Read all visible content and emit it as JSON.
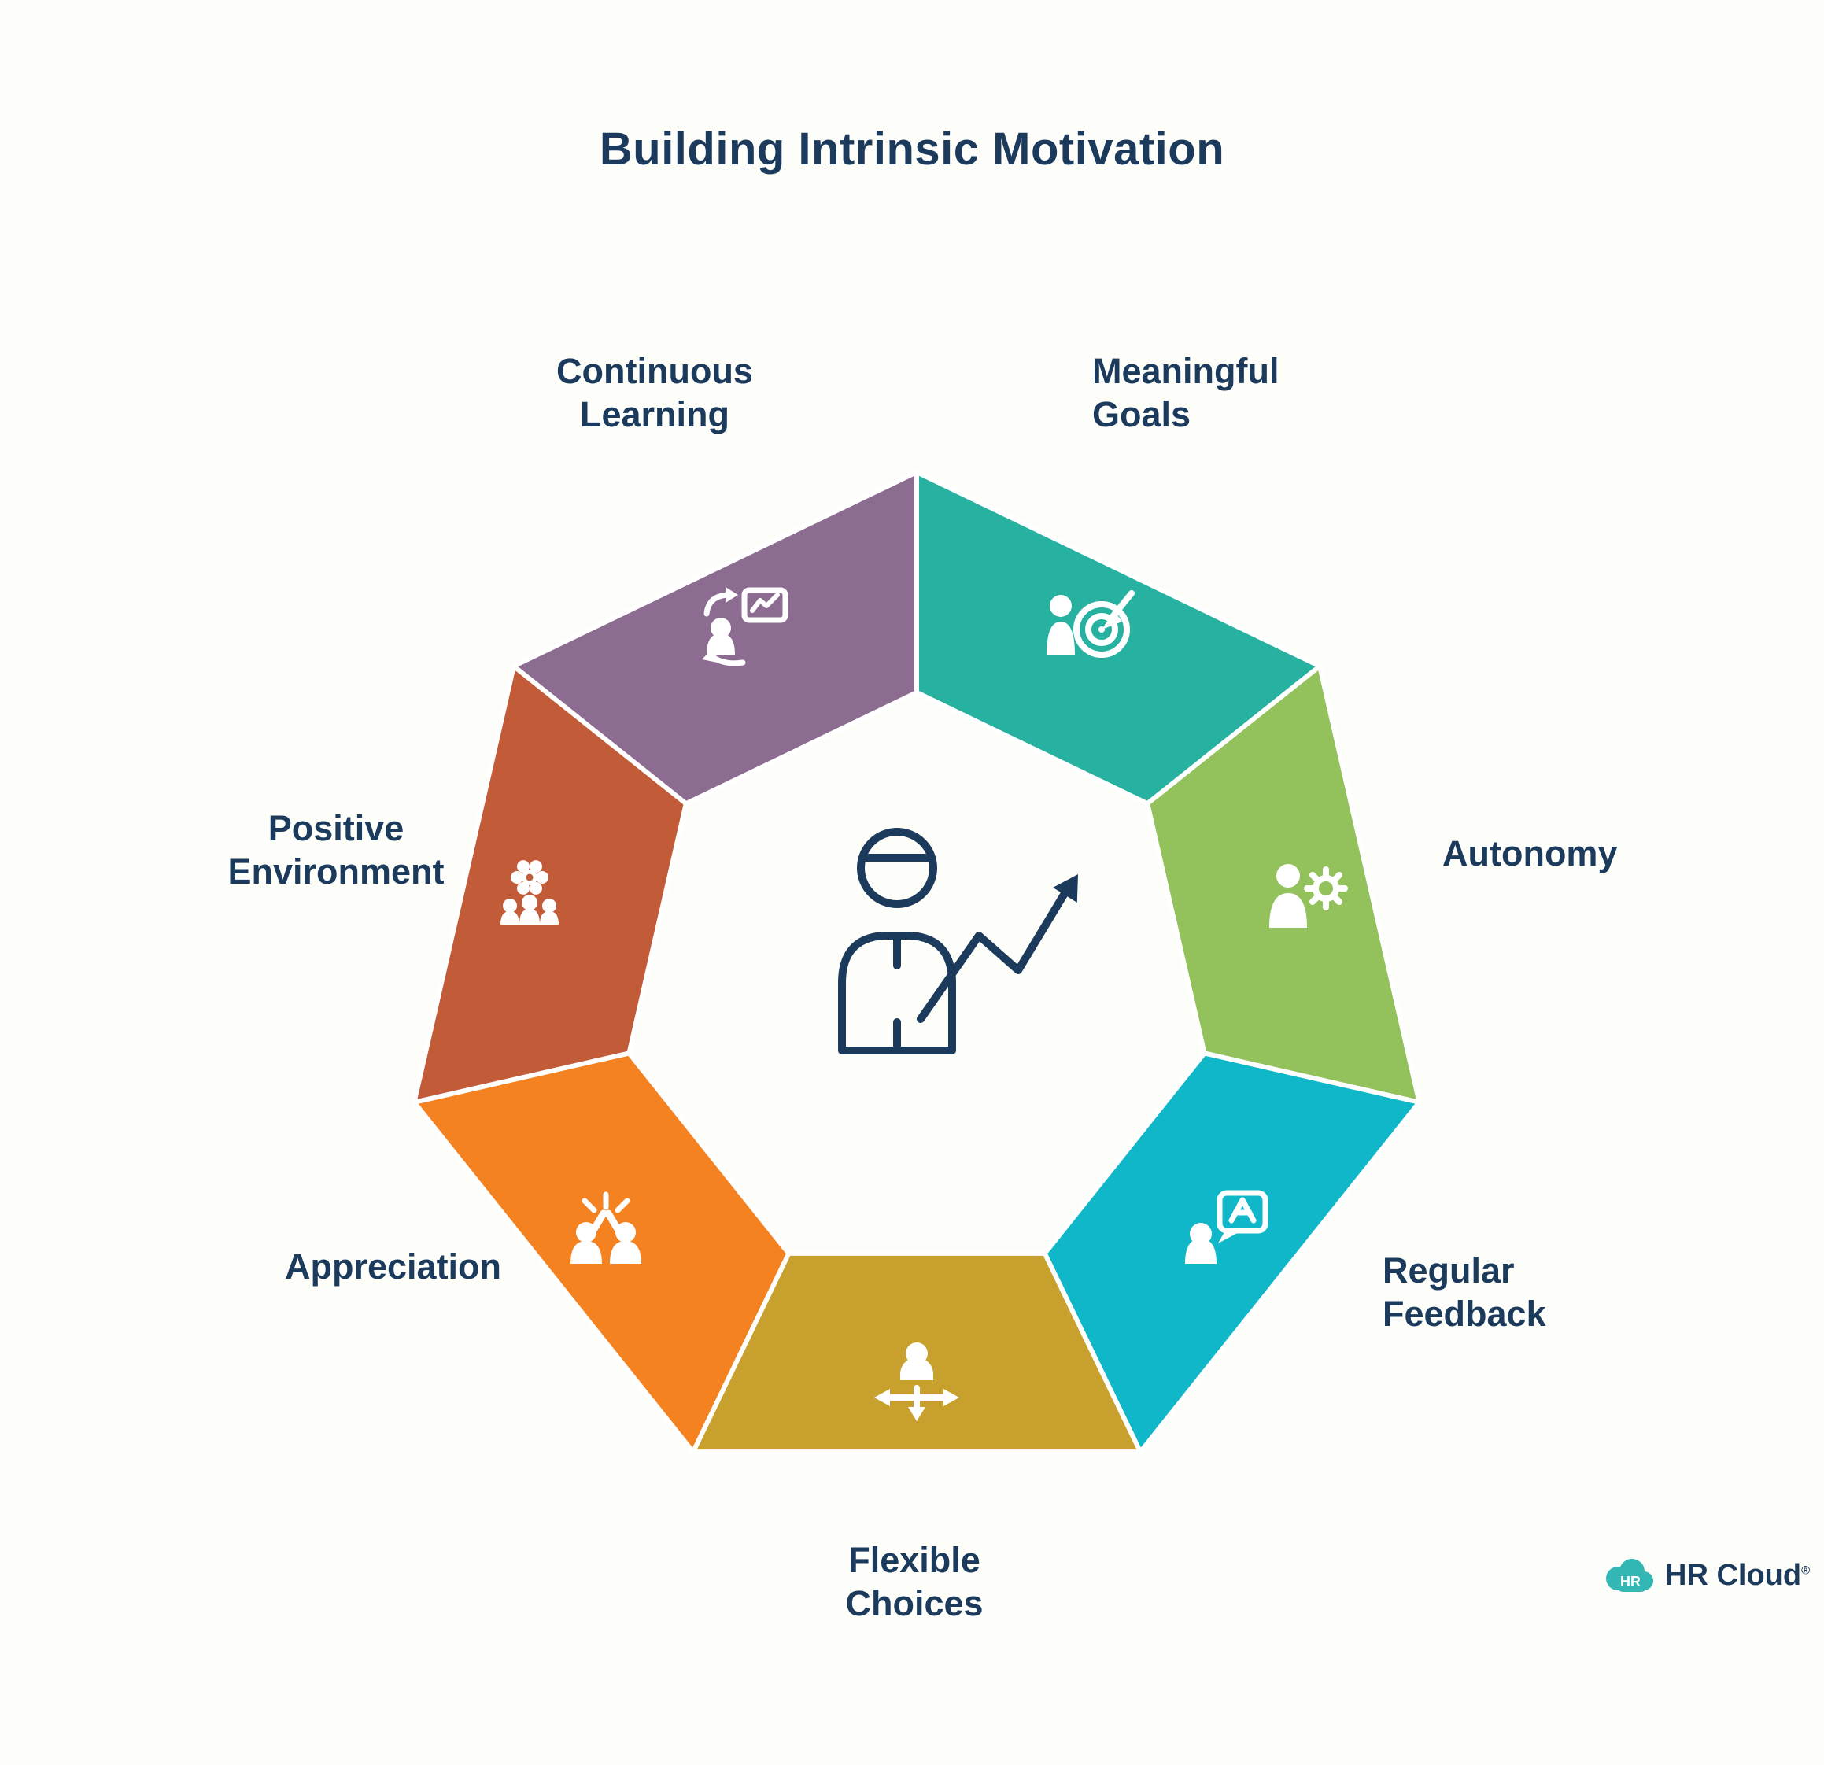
{
  "title": "Building Intrinsic Motivation",
  "background": "#fdfdfa",
  "text_color": "#1b3a5c",
  "center_icon": "person-growth-arrow",
  "segments": [
    {
      "id": "meaningful-goals",
      "label": "Meaningful\nGoals",
      "color": "#27b1a0",
      "icon": "person-target-icon"
    },
    {
      "id": "autonomy",
      "label": "Autonomy",
      "color": "#93c25d",
      "icon": "person-gear-icon"
    },
    {
      "id": "regular-feedback",
      "label": "Regular\nFeedback",
      "color": "#10b7c9",
      "icon": "person-feedback-icon"
    },
    {
      "id": "flexible-choices",
      "label": "Flexible\nChoices",
      "color": "#c8a02e",
      "icon": "person-choices-icon"
    },
    {
      "id": "appreciation",
      "label": "Appreciation",
      "color": "#f58220",
      "icon": "high-five-icon"
    },
    {
      "id": "positive-environment",
      "label": "Positive\nEnvironment",
      "color": "#c25b38",
      "icon": "flower-team-icon"
    },
    {
      "id": "continuous-learning",
      "label": "Continuous\nLearning",
      "color": "#8d6c91",
      "icon": "learning-exchange-icon"
    }
  ],
  "logo": {
    "icon_text": "HR",
    "wordmark": "HR Cloud",
    "registered": "®",
    "color": "#33b7b5"
  }
}
